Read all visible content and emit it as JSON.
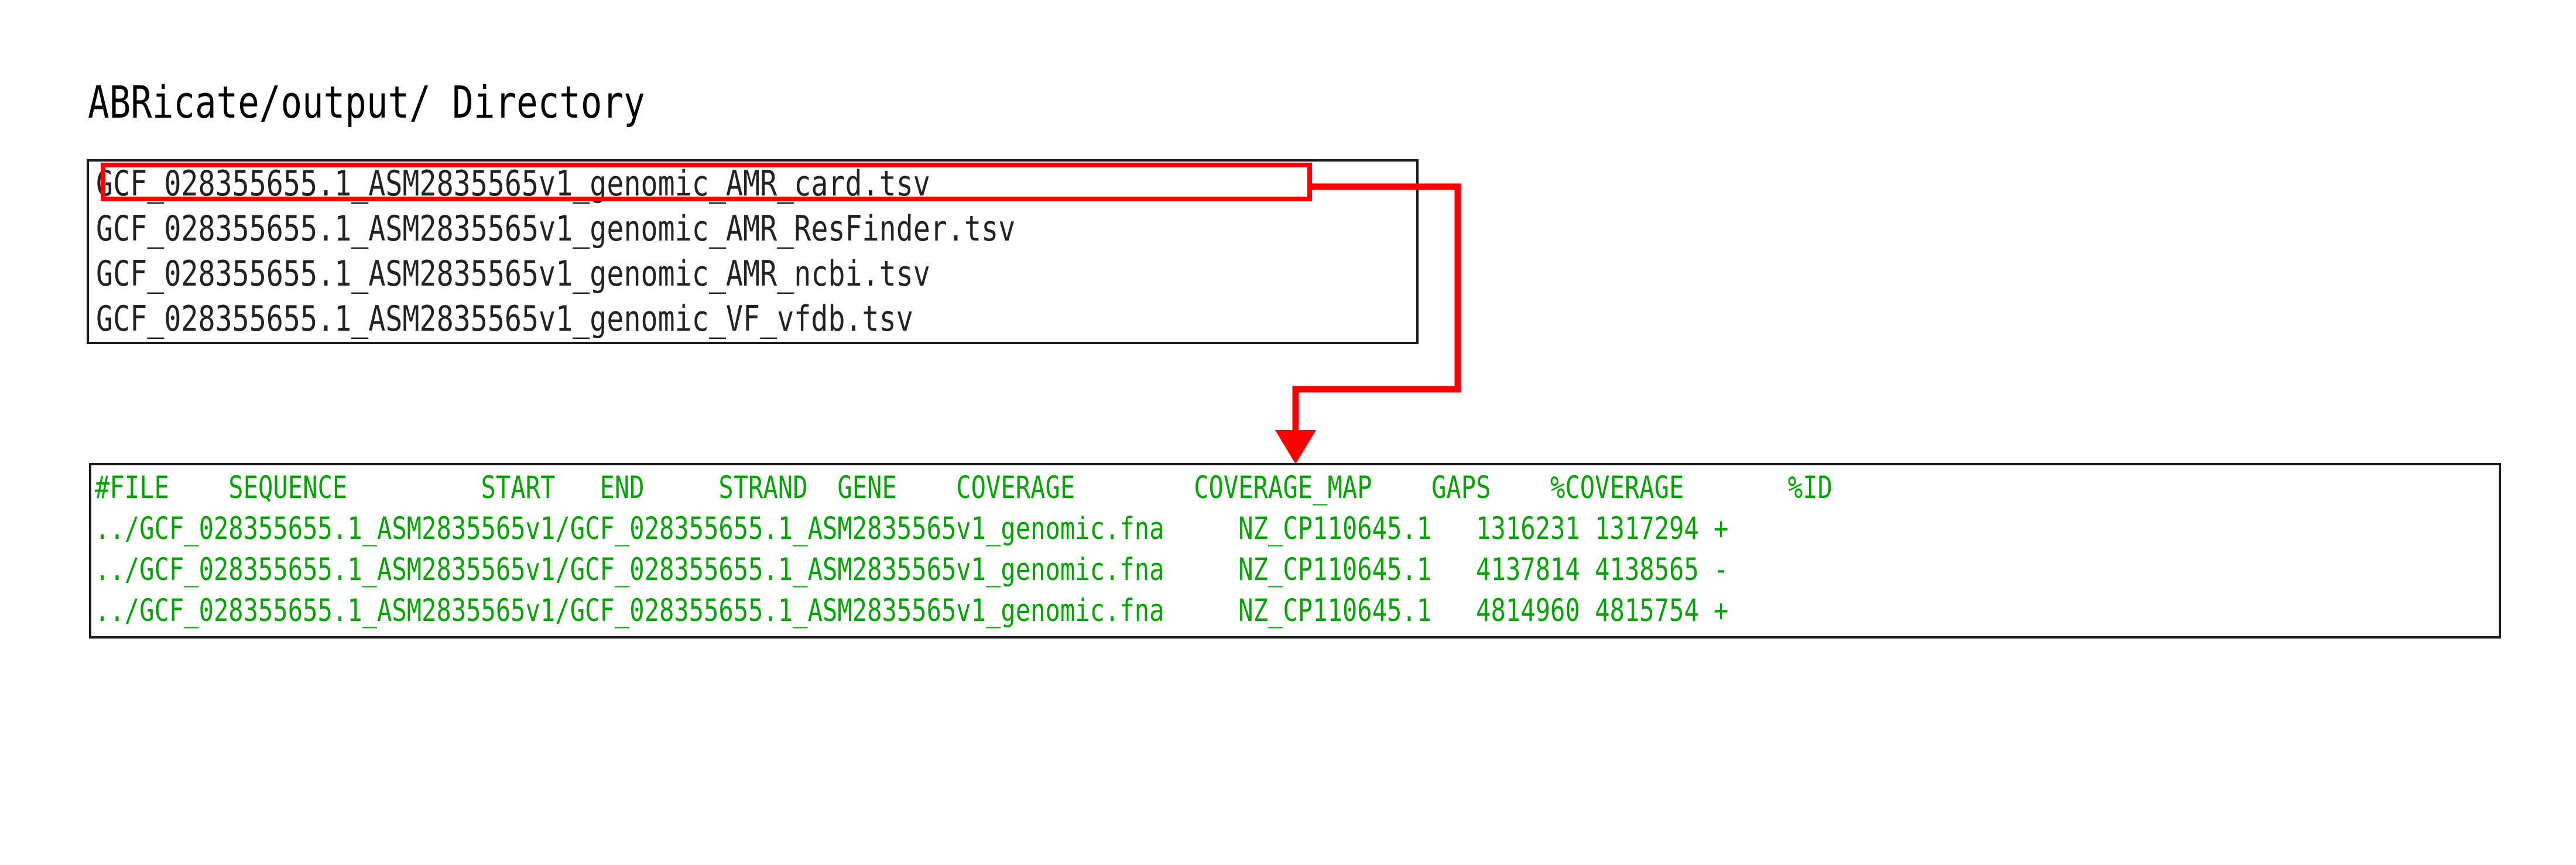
{
  "title": "ABRicate/output/ Directory",
  "colors": {
    "highlight_red": "#fe0000",
    "terminal_green": "#00a300",
    "box_border": "#1a1a1a",
    "file_text": "#222222",
    "background": "#ffffff"
  },
  "file_list": {
    "files": [
      "GCF_028355655.1_ASM2835565v1_genomic_AMR_card.tsv",
      "GCF_028355655.1_ASM2835565v1_genomic_AMR_ResFinder.tsv",
      "GCF_028355655.1_ASM2835565v1_genomic_AMR_ncbi.tsv",
      "GCF_028355655.1_ASM2835565v1_genomic_VF_vfdb.tsv"
    ],
    "highlighted_index": 0
  },
  "terminal_output": {
    "header": "#FILE    SEQUENCE         START   END     STRAND  GENE    COVERAGE        COVERAGE_MAP    GAPS    %COVERAGE       %ID",
    "header_columns": [
      "#FILE",
      "SEQUENCE",
      "START",
      "END",
      "STRAND",
      "GENE",
      "COVERAGE",
      "COVERAGE_MAP",
      "GAPS",
      "%COVERAGE",
      "%ID"
    ],
    "rows": [
      {
        "file": "../GCF_028355655.1_ASM2835565v1/GCF_028355655.1_ASM2835565v1_genomic.fna",
        "sequence": "NZ_CP110645.1",
        "start": "1316231",
        "end": "1317294",
        "strand": "+",
        "line": "../GCF_028355655.1_ASM2835565v1/GCF_028355655.1_ASM2835565v1_genomic.fna     NZ_CP110645.1   1316231 1317294 +"
      },
      {
        "file": "../GCF_028355655.1_ASM2835565v1/GCF_028355655.1_ASM2835565v1_genomic.fna",
        "sequence": "NZ_CP110645.1",
        "start": "4137814",
        "end": "4138565",
        "strand": "-",
        "line": "../GCF_028355655.1_ASM2835565v1/GCF_028355655.1_ASM2835565v1_genomic.fna     NZ_CP110645.1   4137814 4138565 -"
      },
      {
        "file": "../GCF_028355655.1_ASM2835565v1/GCF_028355655.1_ASM2835565v1_genomic.fna",
        "sequence": "NZ_CP110645.1",
        "start": "4814960",
        "end": "4815754",
        "strand": "+",
        "line": "../GCF_028355655.1_ASM2835565v1/GCF_028355655.1_ASM2835565v1_genomic.fna     NZ_CP110645.1   4814960 4815754 +"
      }
    ]
  },
  "annotation": {
    "arrow_icon": "down-arrow-icon",
    "description": "red connector from highlighted card.tsv file to terminal output"
  }
}
